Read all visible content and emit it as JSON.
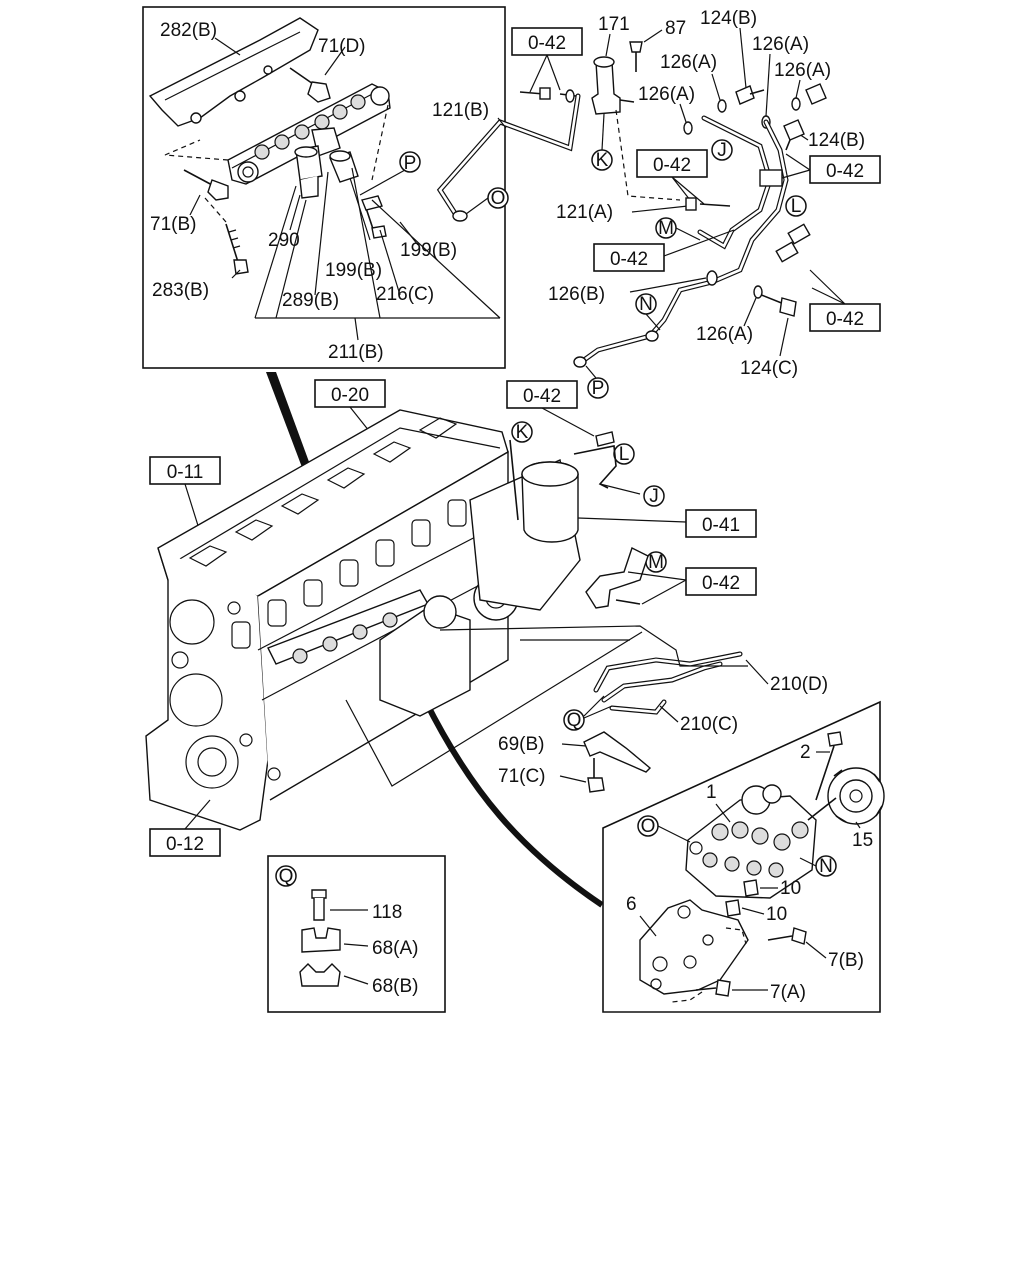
{
  "inset_top_left": {
    "labels": {
      "l282b": "282(B)",
      "l71d": "71(D)",
      "l71b": "71(B)",
      "l290": "290",
      "l199b_1": "199(B)",
      "l199b_2": "199(B)",
      "l283b": "283(B)",
      "l289b": "289(B)",
      "l216c": "216(C)",
      "l211b": "211(B)",
      "conn_p": "P"
    }
  },
  "lines_area": {
    "labels": {
      "ref042_top": "0-42",
      "l171": "171",
      "l87": "87",
      "l124b_top": "124(B)",
      "l126a_1": "126(A)",
      "l126a_2": "126(A)",
      "l126a_3": "126(A)",
      "l126a_4": "126(A)",
      "l124b_right": "124(B)",
      "l121b": "121(B)",
      "ref042_mid": "0-42",
      "ref042_right": "0-42",
      "l121a": "121(A)",
      "ref042_left": "0-42",
      "l126b": "126(B)",
      "ref042_lower": "0-42",
      "l126a_5": "126(A)",
      "l124c": "124(C)",
      "conn_o": "O",
      "conn_k": "K",
      "conn_j": "J",
      "conn_l": "L",
      "conn_m": "M",
      "conn_n": "N",
      "conn_p": "P"
    }
  },
  "engine_area": {
    "labels": {
      "ref020": "0-20",
      "ref042_engine": "0-42",
      "ref011": "0-11",
      "ref041": "0-41",
      "ref042_bracket": "0-42",
      "ref012": "0-12",
      "l210d": "210(D)",
      "l210c": "210(C)",
      "l69b": "69(B)",
      "l71c": "71(C)",
      "conn_k": "K",
      "conn_l": "L",
      "conn_j": "J",
      "conn_m": "M",
      "conn_q": "Q"
    }
  },
  "inset_q": {
    "labels": {
      "conn_q": "Q",
      "l118": "118",
      "l68a": "68(A)",
      "l68b": "68(B)"
    }
  },
  "inset_pump": {
    "labels": {
      "l2": "2",
      "l1": "1",
      "l15": "15",
      "l10a": "10",
      "l10b": "10",
      "l6": "6",
      "l7b": "7(B)",
      "l7a": "7(A)",
      "conn_o": "O",
      "conn_n": "N"
    }
  }
}
